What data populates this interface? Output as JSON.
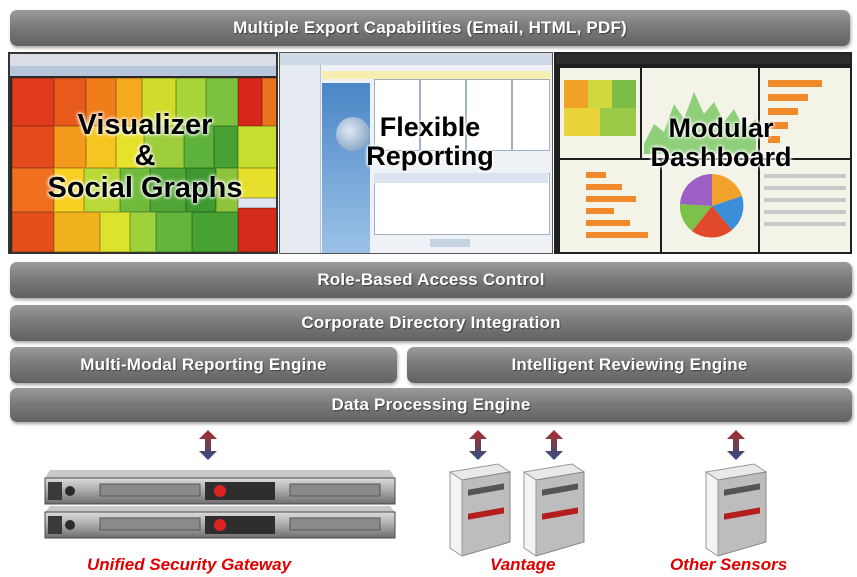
{
  "bars": {
    "export": "Multiple Export Capabilities (Email, HTML, PDF)",
    "rbac": "Role-Based Access Control",
    "directory": "Corporate Directory Integration",
    "reporting_engine": "Multi-Modal Reporting Engine",
    "reviewing_engine": "Intelligent Reviewing Engine",
    "data_processing": "Data Processing Engine"
  },
  "panels": {
    "visualizer": {
      "line1": "Visualizer",
      "line2": "&",
      "line3": "Social Graphs"
    },
    "reporting": {
      "line1": "Flexible",
      "line2": "Reporting"
    },
    "dashboard": {
      "line1": "Modular",
      "line2": "Dashboard"
    }
  },
  "devices": {
    "usg": "Unified Security Gateway",
    "vantage": "Vantage",
    "other": "Other Sensors"
  },
  "colors": {
    "label_red": "#e00000",
    "bar_gray": "#7b7b7b",
    "arrow_red": "#b22a2a",
    "arrow_blue": "#2f4f86"
  }
}
